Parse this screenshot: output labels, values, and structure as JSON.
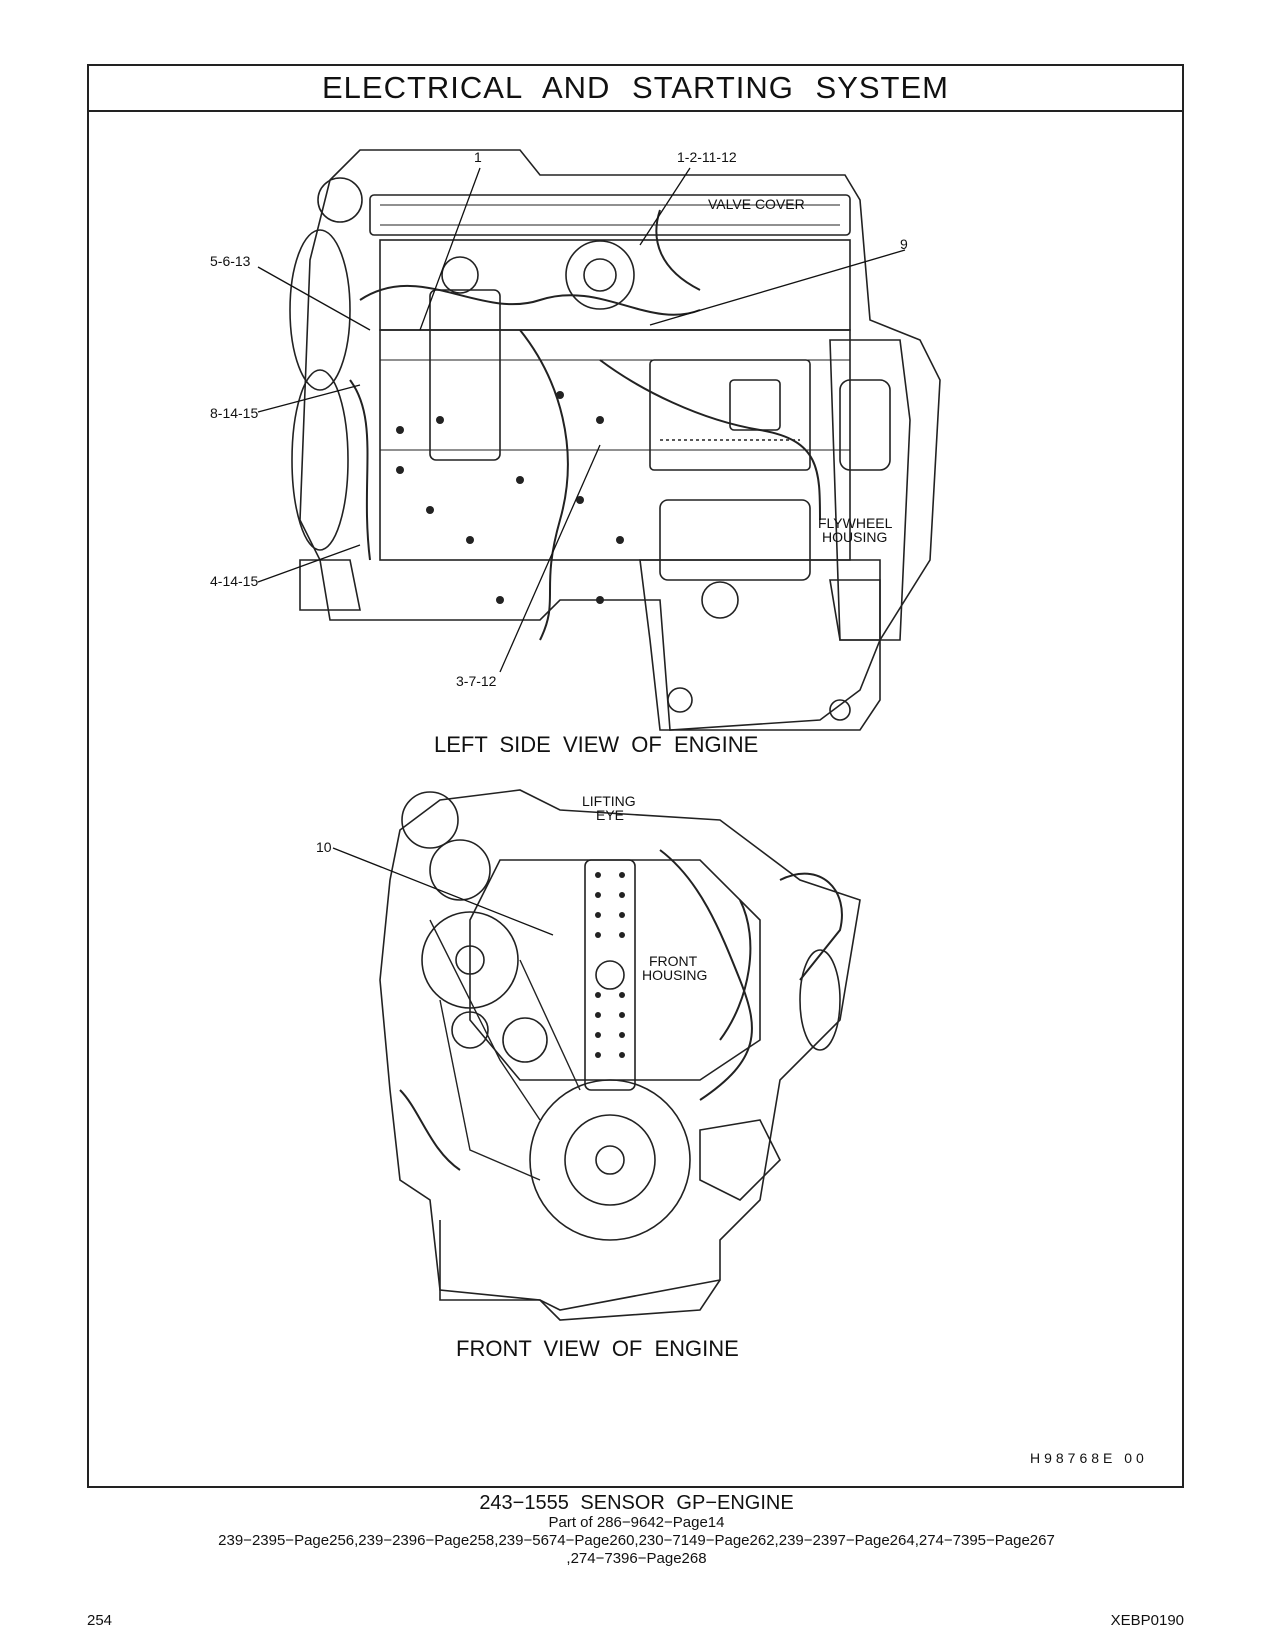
{
  "header": {
    "title": "ELECTRICAL AND STARTING SYSTEM"
  },
  "left_view": {
    "title": "LEFT SIDE VIEW OF ENGINE",
    "callouts": [
      "1",
      "1-2-11-12",
      "5-6-13",
      "9",
      "8-14-15",
      "4-14-15",
      "3-7-12"
    ],
    "part_labels": [
      "VALVE COVER",
      "FLYWHEEL",
      "HOUSING"
    ]
  },
  "front_view": {
    "title": "FRONT VIEW OF ENGINE",
    "callouts": [
      "10"
    ],
    "part_labels": [
      "LIFTING",
      "EYE",
      "FRONT",
      "HOUSING"
    ]
  },
  "drawing_code": "H98768E  00",
  "caption": {
    "title": "243−1555 SENSOR GP−ENGINE",
    "part_of": "Part of 286−9642−Page14",
    "refs_line1": "239−2395−Page256,239−2396−Page258,239−5674−Page260,230−7149−Page262,239−2397−Page264,274−7395−Page267",
    "refs_line2": ",274−7396−Page268"
  },
  "footer": {
    "page_number": "254",
    "doc_code": "XEBP0190"
  }
}
